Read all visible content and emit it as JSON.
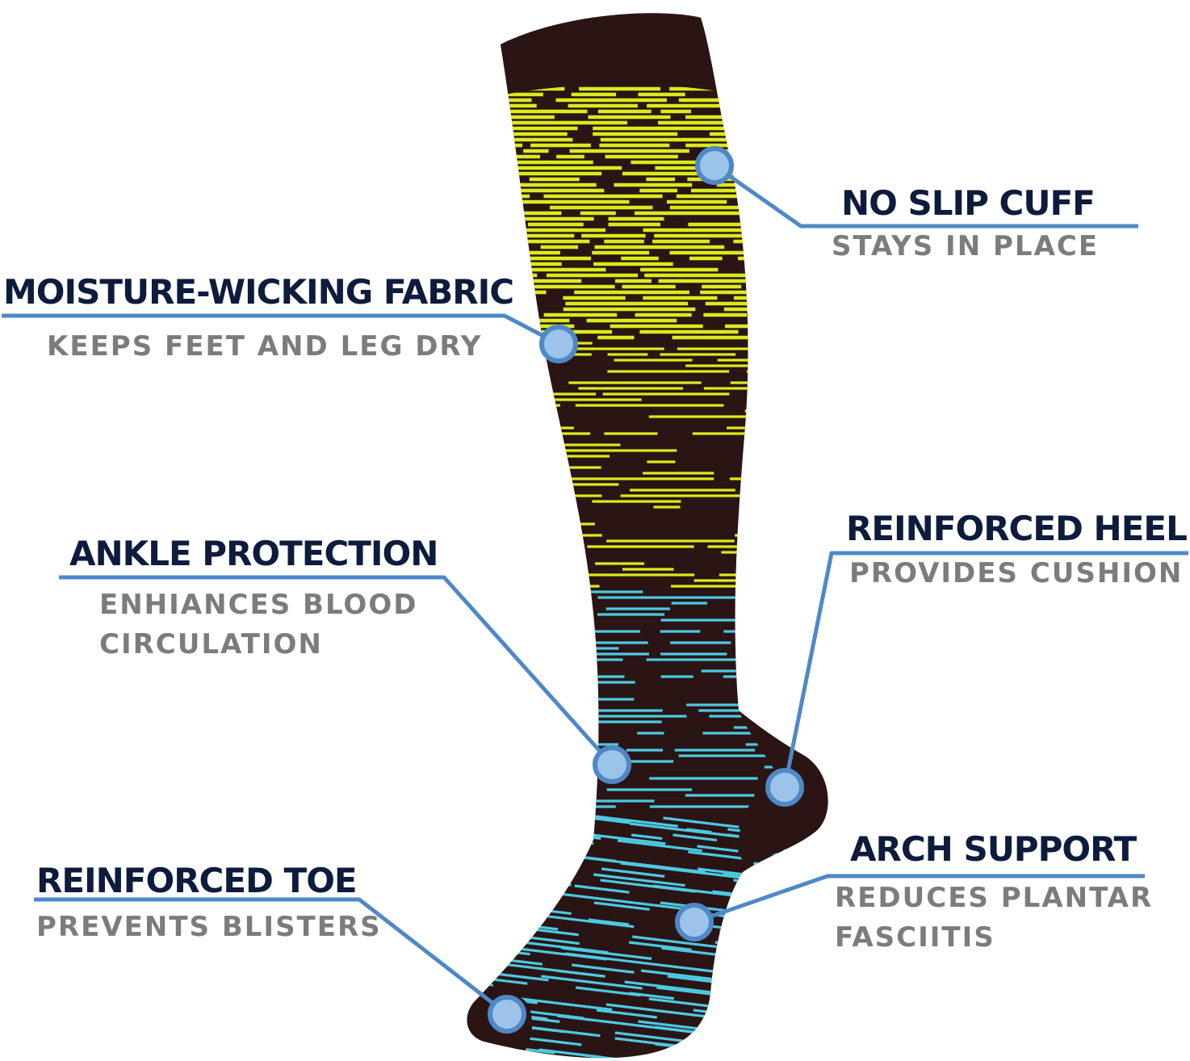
{
  "callouts": {
    "no_slip_cuff": {
      "title": "NO SLIP CUFF",
      "sub": [
        "STAYS IN PLACE"
      ]
    },
    "moisture_wicking": {
      "title": "MOISTURE-WICKING FABRIC",
      "sub": [
        "KEEPS FEET AND LEG DRY"
      ]
    },
    "ankle_protection": {
      "title": "ANKLE PROTECTION",
      "sub": [
        "ENHIANCES BLOOD",
        "CIRCULATION"
      ]
    },
    "reinforced_heel": {
      "title": "REINFORCED HEEL",
      "sub": [
        "PROVIDES CUSHION"
      ]
    },
    "arch_support": {
      "title": "ARCH SUPPORT",
      "sub": [
        "REDUCES PLANTAR",
        "FASCIITIS"
      ]
    },
    "reinforced_toe": {
      "title": "REINFORCED TOE",
      "sub": [
        "PREVENTS BLISTERS"
      ]
    }
  },
  "colors": {
    "title": "#0d1b3d",
    "subtitle": "#7c7c7c",
    "leader_line": "#4f88c6",
    "marker_fill": "#9cc3ea",
    "sock_body": "#2a1414",
    "stripe_yellow": "#d8ec1c",
    "stripe_cyan": "#4cc9e2"
  }
}
